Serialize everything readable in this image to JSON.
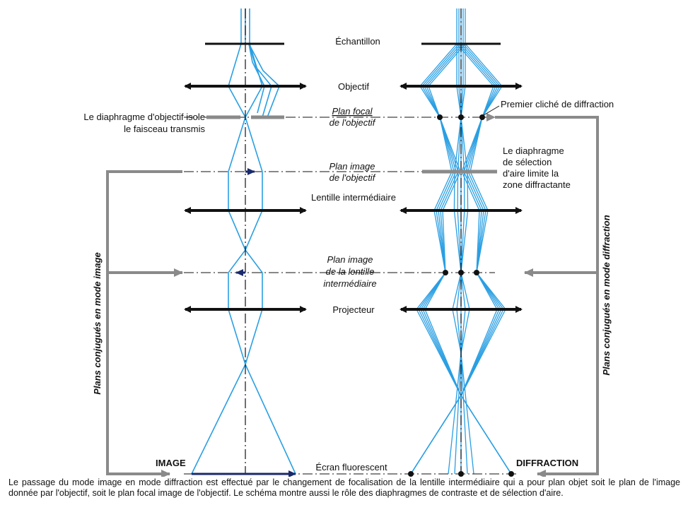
{
  "labels": {
    "echantillon": "Échantillon",
    "objectif": "Objectif",
    "plan_focal_1": "Plan focal",
    "plan_focal_2": "de l'objectif",
    "plan_image_obj_1": "Plan image",
    "plan_image_obj_2": "de l'objectif",
    "lentille_intermediaire": "Lentille intermédiaire",
    "plan_image_lent_1": "Plan image",
    "plan_image_lent_2": "de la lentille",
    "plan_image_lent_3": "intermédiaire",
    "projecteur": "Projecteur",
    "ecran": "Écran fluorescent",
    "image": "IMAGE",
    "diffraction": "DIFFRACTION",
    "diaphragme_objectif_1": "Le diaphragme d'objectif isole",
    "diaphragme_objectif_2": "le faisceau transmis",
    "premier_cliche": "Premier cliché de diffraction",
    "diaphragme_selection_1": "Le diaphragme",
    "diaphragme_selection_2": "de sélection",
    "diaphragme_selection_3": "d'aire limite la",
    "diaphragme_selection_4": "zone diffractante",
    "plans_mode_image": "Plans conjugués en mode image",
    "plans_mode_diffraction": "Plans conjugués en mode diffraction"
  },
  "caption": "Le passage du mode image en mode diffraction est effectué par le changement de focalisation de la lentille intermédiaire qui a pour plan objet soit le plan de l'image donnée par l'objectif, soit le plan focal image de l'objectif. Le schéma montre aussi le rôle des diaphragmes de contraste et de sélection d'aire.",
  "colors": {
    "ray": "#2a9fe3",
    "lens": "#111111",
    "aperture": "#8a8a8a",
    "arrow_image": "#1a2a6b"
  }
}
